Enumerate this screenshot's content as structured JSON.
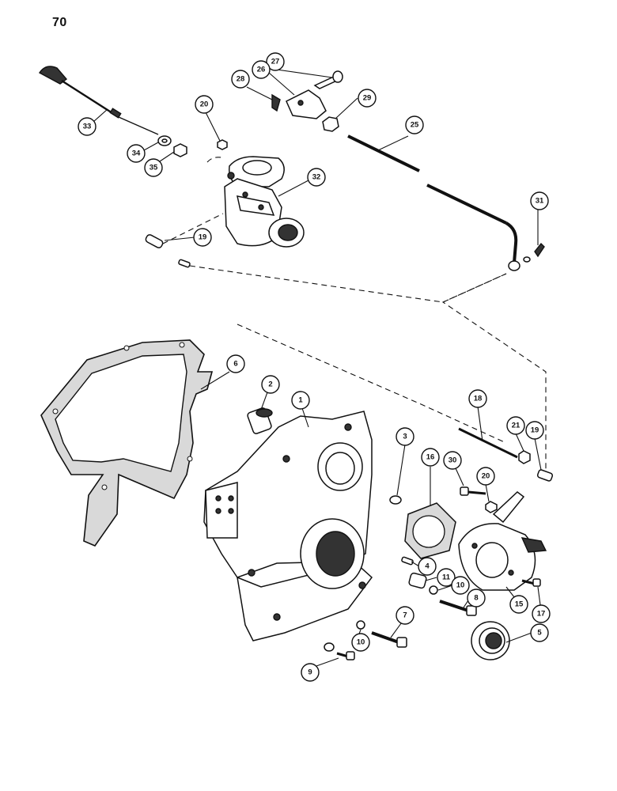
{
  "page_number": "70",
  "callouts": [
    {
      "id": "c1",
      "label": "1"
    },
    {
      "id": "c2",
      "label": "2"
    },
    {
      "id": "c3",
      "label": "3"
    },
    {
      "id": "c4",
      "label": "4"
    },
    {
      "id": "c5",
      "label": "5"
    },
    {
      "id": "c6",
      "label": "6"
    },
    {
      "id": "c7",
      "label": "7"
    },
    {
      "id": "c8",
      "label": "8"
    },
    {
      "id": "c9",
      "label": "9"
    },
    {
      "id": "c10a",
      "label": "10"
    },
    {
      "id": "c10b",
      "label": "10"
    },
    {
      "id": "c11",
      "label": "11"
    },
    {
      "id": "c15",
      "label": "15"
    },
    {
      "id": "c16",
      "label": "16"
    },
    {
      "id": "c17",
      "label": "17"
    },
    {
      "id": "c18",
      "label": "18"
    },
    {
      "id": "c19a",
      "label": "19"
    },
    {
      "id": "c19b",
      "label": "19"
    },
    {
      "id": "c20a",
      "label": "20"
    },
    {
      "id": "c20b",
      "label": "20"
    },
    {
      "id": "c21",
      "label": "21"
    },
    {
      "id": "c25",
      "label": "25"
    },
    {
      "id": "c26",
      "label": "26"
    },
    {
      "id": "c27",
      "label": "27"
    },
    {
      "id": "c28",
      "label": "28"
    },
    {
      "id": "c29",
      "label": "29"
    },
    {
      "id": "c30",
      "label": "30"
    },
    {
      "id": "c31",
      "label": "31"
    },
    {
      "id": "c32",
      "label": "32"
    },
    {
      "id": "c33",
      "label": "33"
    },
    {
      "id": "c34",
      "label": "34"
    },
    {
      "id": "c35",
      "label": "35"
    }
  ]
}
